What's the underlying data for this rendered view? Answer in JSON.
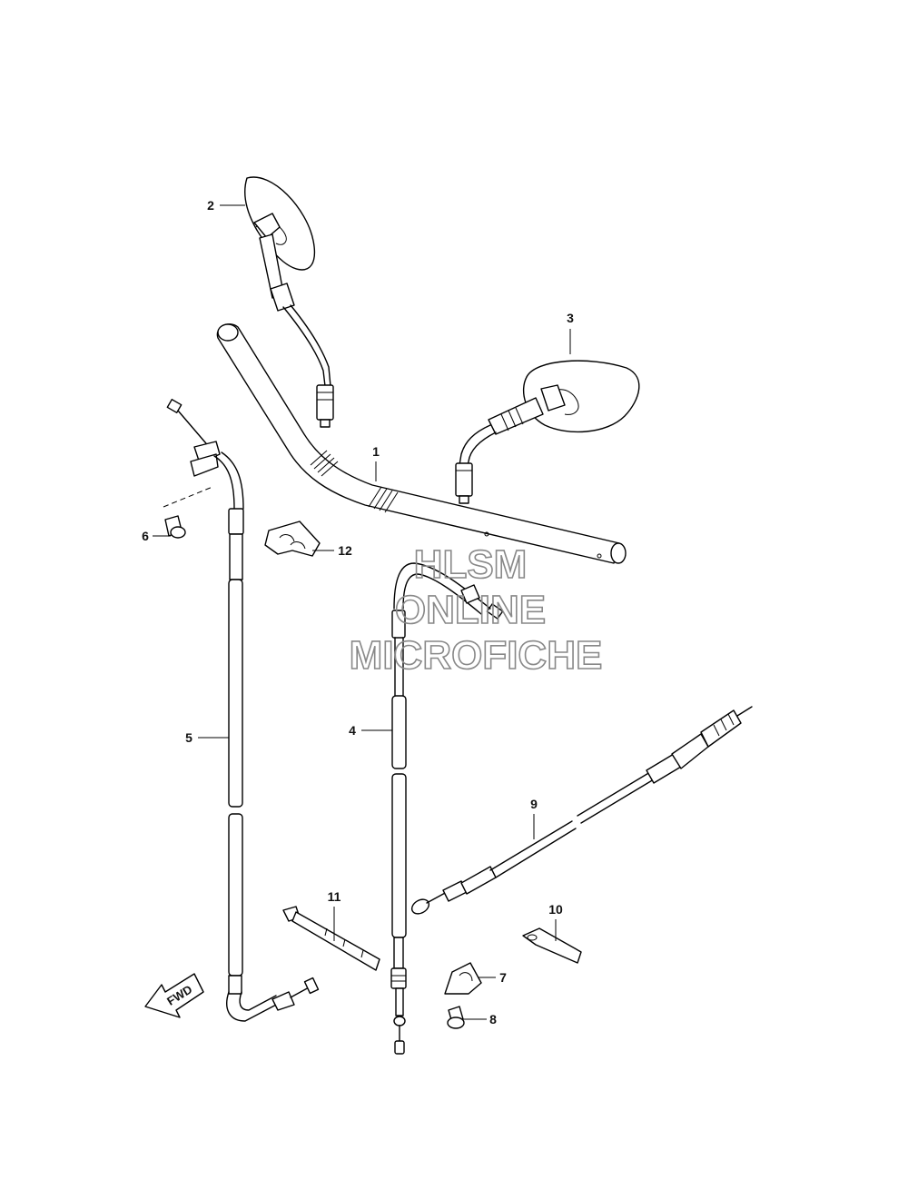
{
  "callouts": [
    {
      "id": "1",
      "label": "1"
    },
    {
      "id": "2",
      "label": "2"
    },
    {
      "id": "3",
      "label": "3"
    },
    {
      "id": "4",
      "label": "4"
    },
    {
      "id": "5",
      "label": "5"
    },
    {
      "id": "6",
      "label": "6"
    },
    {
      "id": "7",
      "label": "7"
    },
    {
      "id": "8",
      "label": "8"
    },
    {
      "id": "9",
      "label": "9"
    },
    {
      "id": "10",
      "label": "10"
    },
    {
      "id": "11",
      "label": "11"
    },
    {
      "id": "12",
      "label": "12"
    }
  ],
  "watermark": {
    "line1": "HLSM",
    "line2": "ONLINE",
    "line3": "MICROFICHE",
    "color": "#888888"
  },
  "direction_arrow": {
    "label": "FWD"
  }
}
